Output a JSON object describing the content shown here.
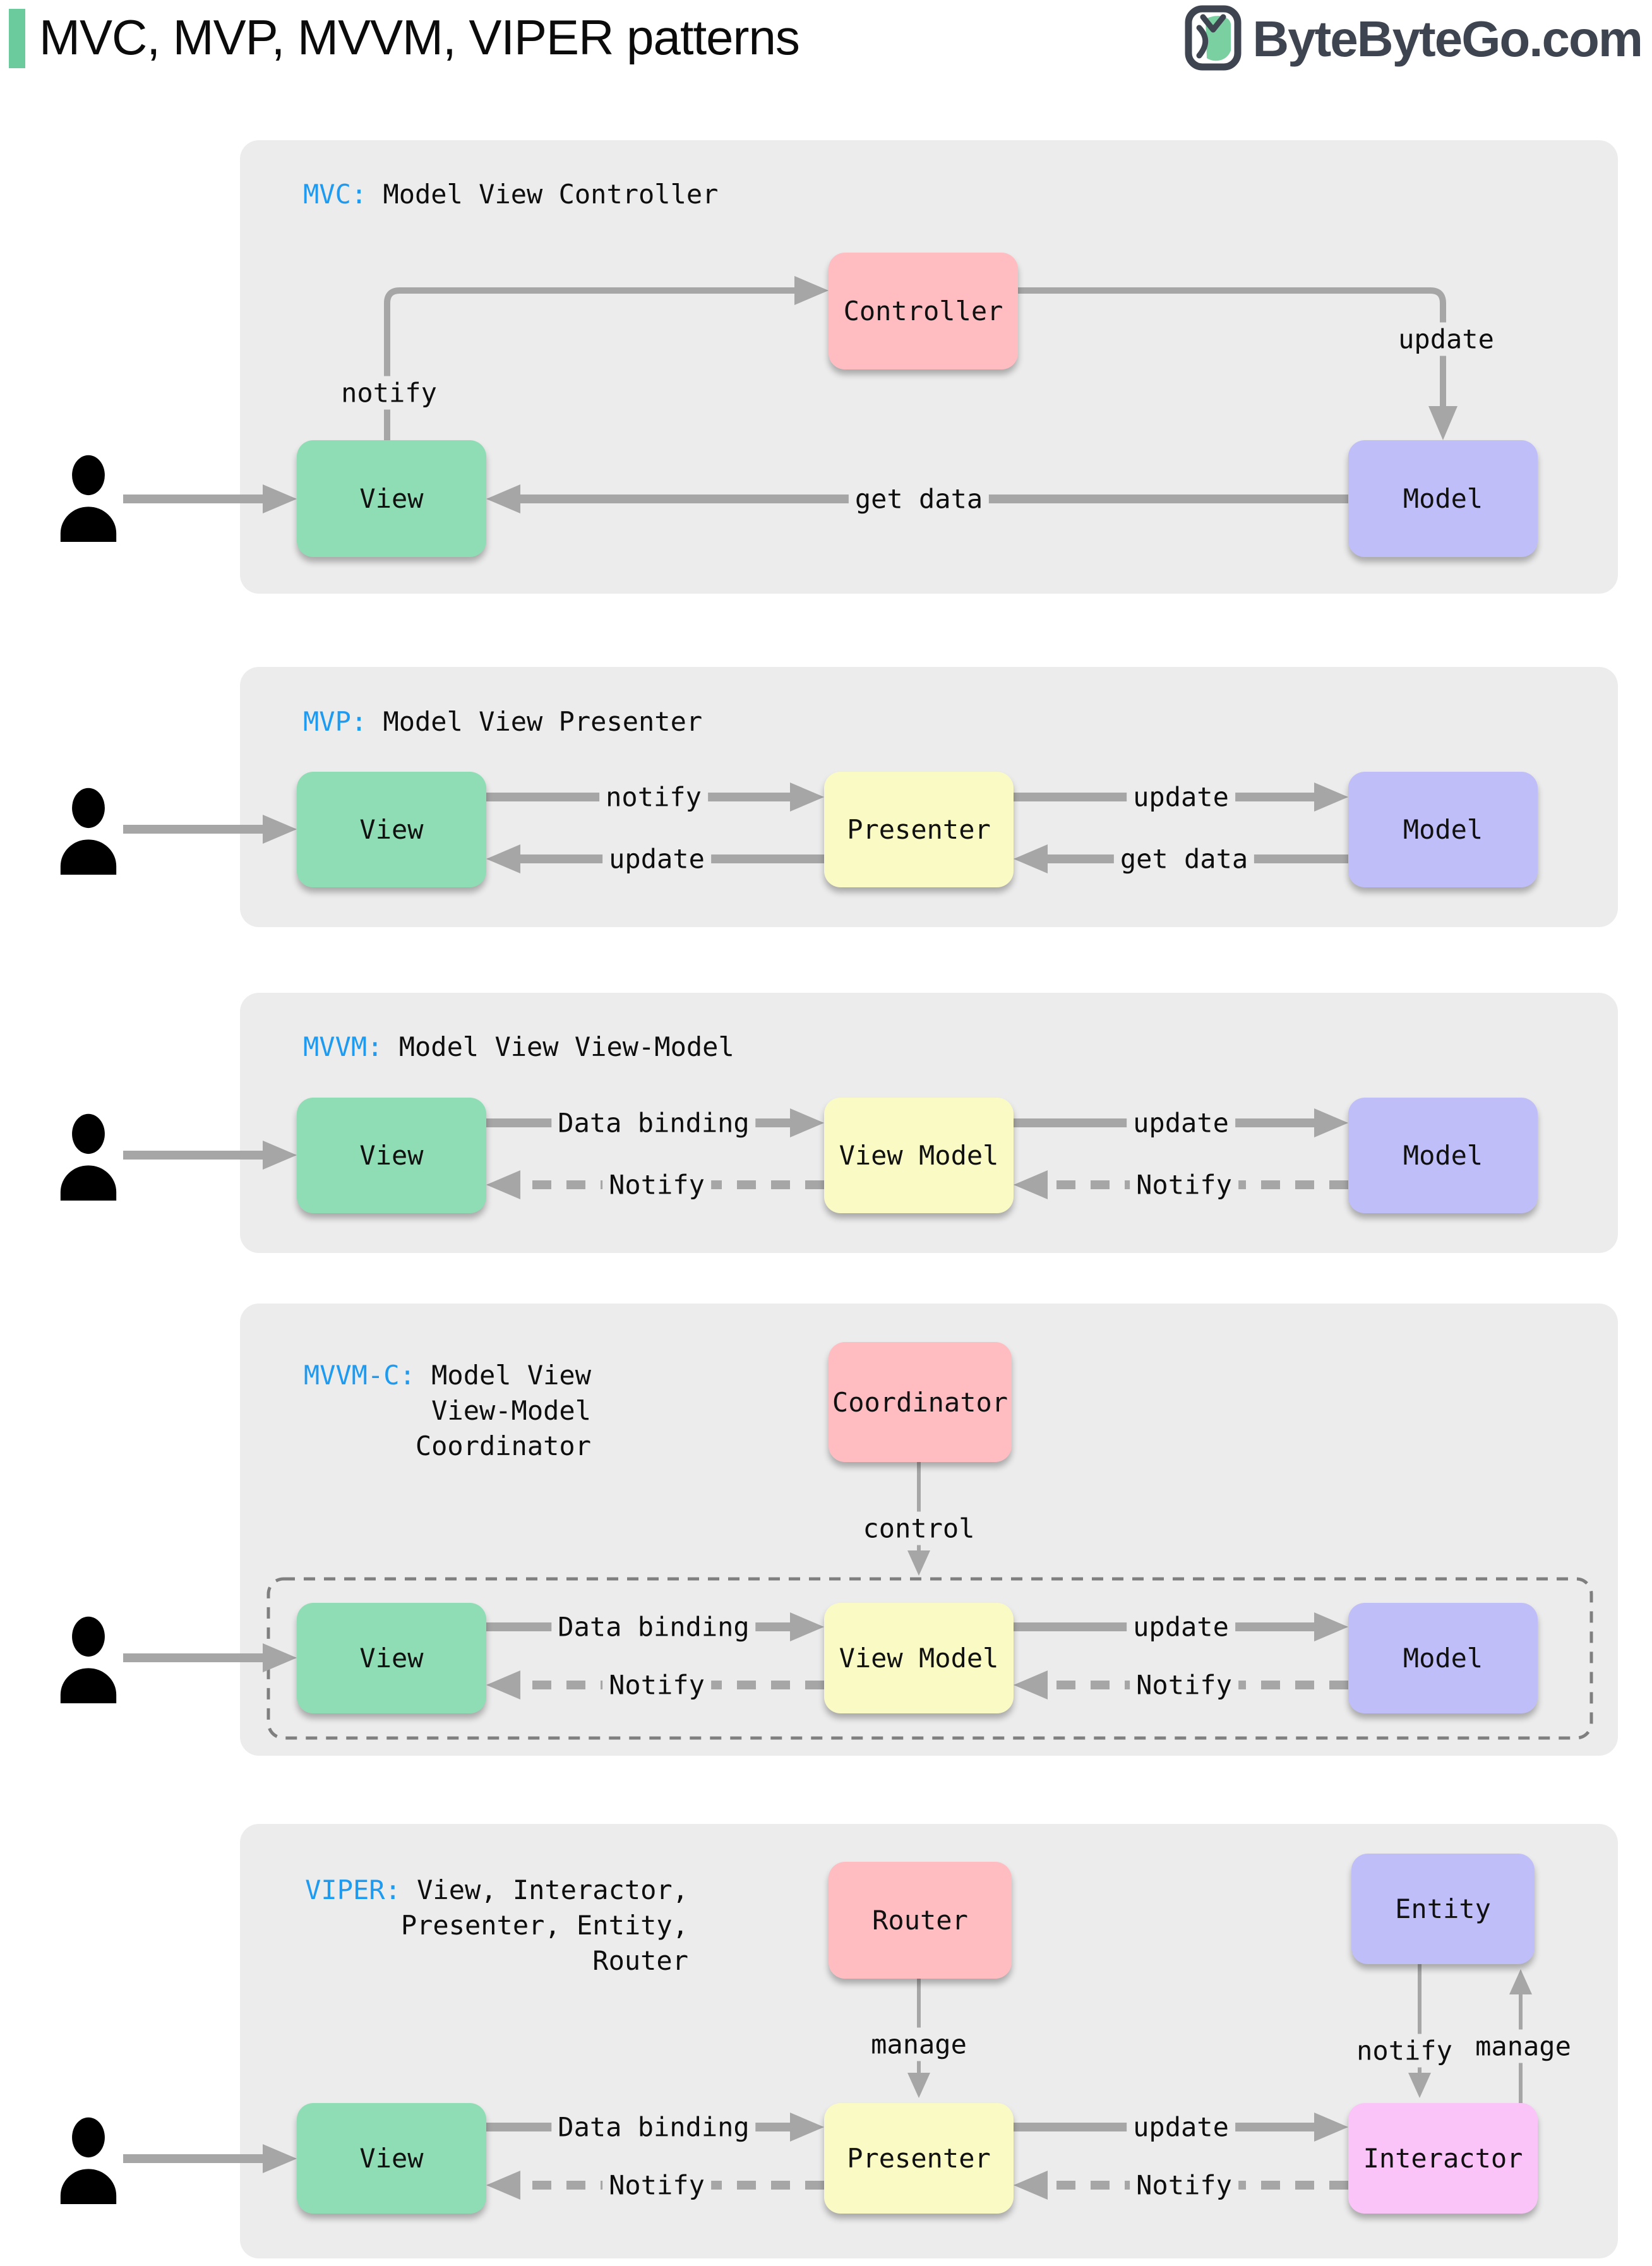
{
  "header": {
    "title": "MVC, MVP, MVVM, VIPER patterns",
    "logo_text": "ByteByteGo.com"
  },
  "icons": {
    "user": "person-icon",
    "logo": "bytebytego-owl-icon"
  },
  "colors": {
    "accent_green": "#6CCB9D",
    "panel_bg": "#ECECEC",
    "abbr_blue": "#1E9BF0",
    "box_green": "#8FDDB4",
    "box_pink": "#FFBDC2",
    "box_purple": "#BFBEF9",
    "box_yellow": "#FAFAC5",
    "box_magenta": "#FAC4F8",
    "arrow_gray": "#A6A6A6",
    "logo_gray": "#3E4450"
  },
  "panels": {
    "mvc": {
      "abbr": "MVC:",
      "name": " Model View Controller",
      "boxes": {
        "controller": "Controller",
        "view": "View",
        "model": "Model"
      },
      "labels": {
        "notify": "notify",
        "update": "update",
        "get_data": "get data"
      }
    },
    "mvp": {
      "abbr": "MVP:",
      "name": " Model View Presenter",
      "boxes": {
        "view": "View",
        "presenter": "Presenter",
        "model": "Model"
      },
      "labels": {
        "notify": "notify",
        "update_to_model": "update",
        "update_to_view": "update",
        "get_data": "get data"
      }
    },
    "mvvm": {
      "abbr": "MVVM:",
      "name": " Model View View-Model",
      "boxes": {
        "view": "View",
        "view_model": "View Model",
        "model": "Model"
      },
      "labels": {
        "data_binding": "Data binding",
        "notify_to_view": "Notify",
        "update": "update",
        "notify_to_view_model": "Notify"
      }
    },
    "mvvm_c": {
      "abbr": "MVVM-C:",
      "name_line1": " Model View",
      "name_line2": "View-Model",
      "name_line3": "Coordinator",
      "boxes": {
        "coordinator": "Coordinator",
        "view": "View",
        "view_model": "View Model",
        "model": "Model"
      },
      "labels": {
        "control": "control",
        "data_binding": "Data binding",
        "notify_to_view": "Notify",
        "update": "update",
        "notify_to_view_model": "Notify"
      }
    },
    "viper": {
      "abbr": "VIPER:",
      "name_line1": " View, Interactor,",
      "name_line2": "Presenter, Entity,",
      "name_line3": "Router",
      "boxes": {
        "router": "Router",
        "entity": "Entity",
        "view": "View",
        "presenter": "Presenter",
        "interactor": "Interactor"
      },
      "labels": {
        "manage_presenter": "manage",
        "notify_interactor": "notify",
        "manage_entity": "manage",
        "data_binding": "Data binding",
        "notify_to_view": "Notify",
        "update": "update",
        "notify_to_presenter": "Notify"
      }
    }
  }
}
